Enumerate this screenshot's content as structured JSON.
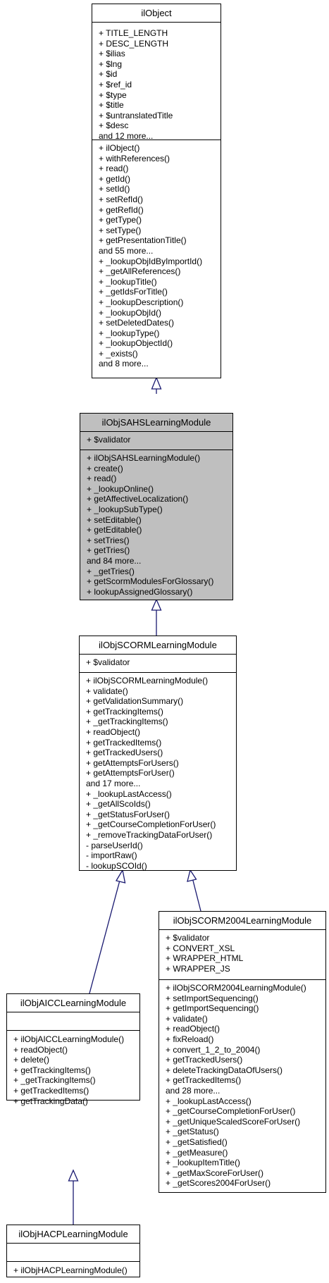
{
  "classes": {
    "ilObject": {
      "name": "ilObject",
      "attributes": [
        "+ TITLE_LENGTH",
        "+ DESC_LENGTH",
        "+ $ilias",
        "+ $lng",
        "+ $id",
        "+ $ref_id",
        "+ $type",
        "+ $title",
        "+ $untranslatedTitle",
        "+ $desc",
        "and 12 more..."
      ],
      "methods": [
        "+ ilObject()",
        "+ withReferences()",
        "+ read()",
        "+ getId()",
        "+ setId()",
        "+ setRefId()",
        "+ getRefId()",
        "+ getType()",
        "+ setType()",
        "+ getPresentationTitle()",
        "and 55 more...",
        "+ _lookupObjIdByImportId()",
        "+ _getAllReferences()",
        "+ _lookupTitle()",
        "+ _getIdsForTitle()",
        "+ _lookupDescription()",
        "+ _lookupObjId()",
        "+ setDeletedDates()",
        "+ _lookupType()",
        "+ _lookupObjectId()",
        "+ _exists()",
        "and 8 more..."
      ]
    },
    "ilObjSAHSLearningModule": {
      "name": "ilObjSAHSLearningModule",
      "attributes": [
        "+ $validator"
      ],
      "methods": [
        "+ ilObjSAHSLearningModule()",
        "+ create()",
        "+ read()",
        "+ _lookupOnline()",
        "+ getAffectiveLocalization()",
        "+ _lookupSubType()",
        "+ setEditable()",
        "+ getEditable()",
        "+ setTries()",
        "+ getTries()",
        "and 84 more...",
        "+ _getTries()",
        "+ getScormModulesForGlossary()",
        "+ lookupAssignedGlossary()"
      ]
    },
    "ilObjSCORMLearningModule": {
      "name": "ilObjSCORMLearningModule",
      "attributes": [
        "+ $validator"
      ],
      "methods": [
        "+ ilObjSCORMLearningModule()",
        "+ validate()",
        "+ getValidationSummary()",
        "+ getTrackingItems()",
        "+ _getTrackingItems()",
        "+ readObject()",
        "+ getTrackedItems()",
        "+ getTrackedUsers()",
        "+ getAttemptsForUsers()",
        "+ getAttemptsForUser()",
        "and 17 more...",
        "+ _lookupLastAccess()",
        "+ _getAllScoIds()",
        "+ _getStatusForUser()",
        "+ _getCourseCompletionForUser()",
        "+ _removeTrackingDataForUser()",
        "- parseUserId()",
        "- importRaw()",
        "- lookupSCOId()"
      ]
    },
    "ilObjAICCLearningModule": {
      "name": "ilObjAICCLearningModule",
      "attributes": [],
      "methods": [
        "+ ilObjAICCLearningModule()",
        "+ readObject()",
        "+ delete()",
        "+ getTrackingItems()",
        "+ _getTrackingItems()",
        "+ getTrackedItems()",
        "+ getTrackingData()"
      ]
    },
    "ilObjSCORM2004LearningModule": {
      "name": "ilObjSCORM2004LearningModule",
      "attributes": [
        "+ $validator",
        "+ CONVERT_XSL",
        "+ WRAPPER_HTML",
        "+ WRAPPER_JS"
      ],
      "methods": [
        "+ ilObjSCORM2004LearningModule()",
        "+ setImportSequencing()",
        "+ getImportSequencing()",
        "+ validate()",
        "+ readObject()",
        "+ fixReload()",
        "+ convert_1_2_to_2004()",
        "+ getTrackedUsers()",
        "+ deleteTrackingDataOfUsers()",
        "+ getTrackedItems()",
        "and 28 more...",
        "+ _lookupLastAccess()",
        "+ _getCourseCompletionForUser()",
        "+ _getUniqueScaledScoreForUser()",
        "+ _getStatus()",
        "+ _getSatisfied()",
        "+ _getMeasure()",
        "+ _lookupItemTitle()",
        "+ _getMaxScoreForUser()",
        "+ _getScores2004ForUser()"
      ]
    },
    "ilObjHACPLearningModule": {
      "name": "ilObjHACPLearningModule",
      "attributes": [],
      "methods": [
        "+ ilObjHACPLearningModule()"
      ]
    }
  },
  "colors": {
    "focus_fill": "#bfbfbf",
    "edge": "#191970",
    "border": "#000000"
  }
}
